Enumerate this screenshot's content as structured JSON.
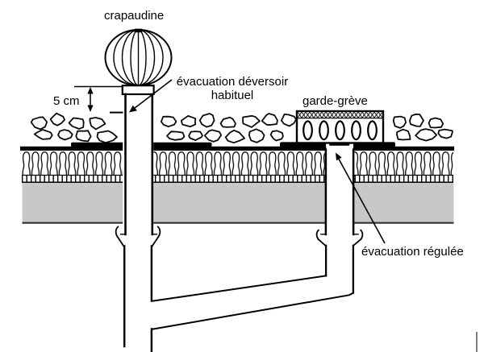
{
  "labels": {
    "crapaudine": "crapaudine",
    "overflow_line1": "évacuation déversoir",
    "overflow_line2": "habituel",
    "dimension_5cm": "5 cm",
    "garde_greve": "garde-grève",
    "regulated": "évacuation régulée"
  },
  "colors": {
    "line": "#000000",
    "slab_gray": "#c8c8c8",
    "slab_bottom_line": "#383838",
    "background": "#ffffff",
    "caret_gray": "#7f7f7f"
  }
}
